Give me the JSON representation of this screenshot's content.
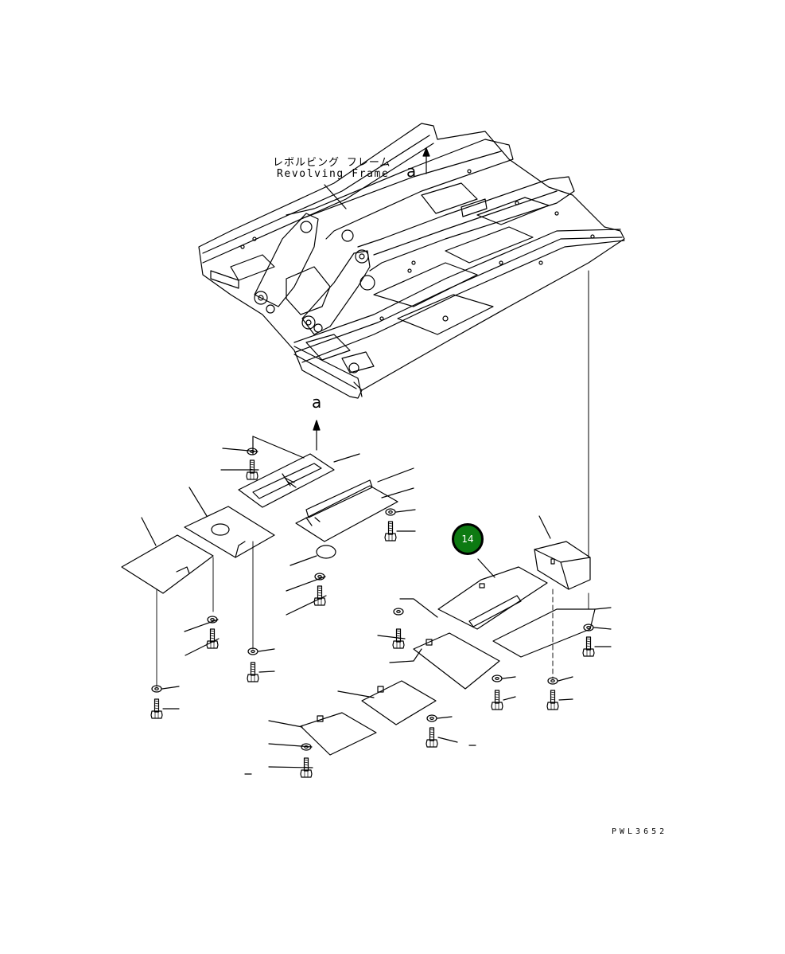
{
  "labels": {
    "frame_jp": "レボルビング フレーム",
    "frame_en": "Revolving Frame",
    "arrow_top": "a",
    "arrow_mid": "a"
  },
  "callout": {
    "number": "14",
    "color": "#0d7a12"
  },
  "drawing_code": "PWL3652",
  "colors": {
    "line": "#000000",
    "background": "#ffffff"
  }
}
